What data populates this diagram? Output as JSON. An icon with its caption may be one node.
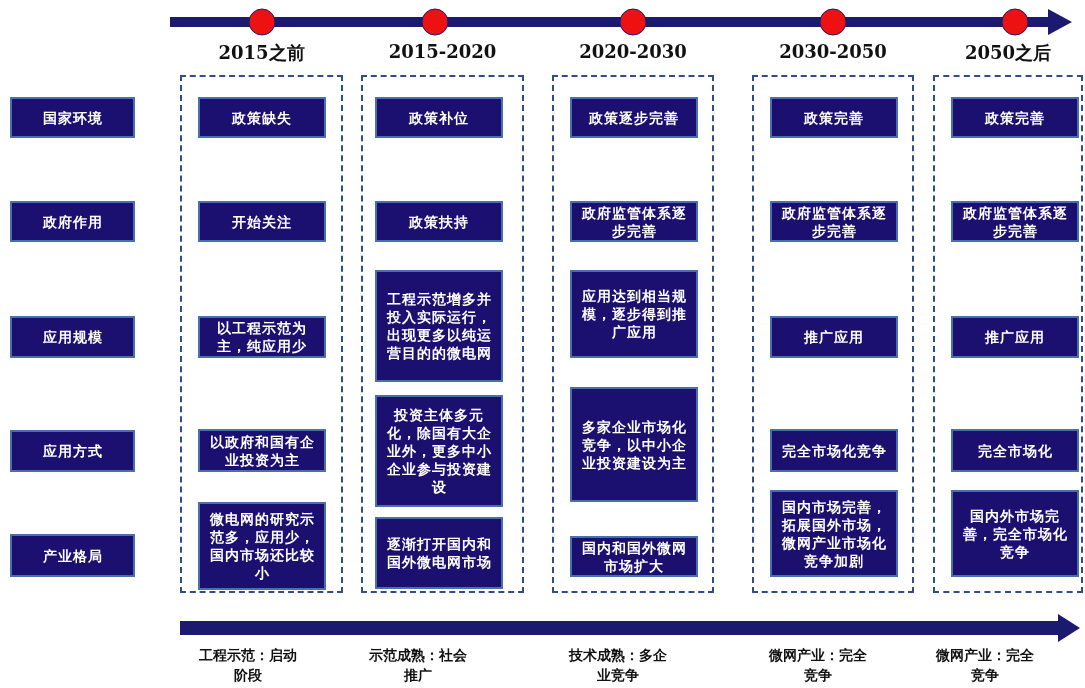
{
  "diagram": {
    "nodes": [
      {
        "text": [
          "国家环境"
        ]
      },
      {
        "text": [
          "政府作用"
        ]
      },
      {
        "text": [
          "应用规模"
        ]
      },
      {
        "text": [
          "应用方式"
        ]
      },
      {
        "text": [
          "产业格局"
        ]
      },
      {
        "text": [
          "2015之前"
        ]
      },
      {
        "text": [
          "政策缺失"
        ],
        "in": 5
      },
      {
        "text": [
          "开始关注"
        ],
        "in": 5
      },
      {
        "text": [
          "以工程示范为主，纯应用少"
        ],
        "in": 5
      },
      {
        "text": [
          "以政府和国有企业投资为主"
        ],
        "in": 5
      },
      {
        "text": [
          "微电网的研究示范多，应用少，国内市场还比较小"
        ],
        "in": 5
      },
      {
        "text": [
          "2015-2020"
        ]
      },
      {
        "text": [
          "政策补位"
        ],
        "in": 11
      },
      {
        "text": [
          "政策扶持"
        ],
        "in": 11
      },
      {
        "text": [
          "工程示范增多并投入实际运行，出现更多以纯运营目的的微电网"
        ],
        "in": 11
      },
      {
        "text": [
          "投资主体多元化，除国有大企业外，更多中小企业参与投资建设"
        ],
        "in": 11
      },
      {
        "text": [
          "逐渐打开国内和国外微电网市场"
        ],
        "in": 11
      },
      {
        "text": [
          "2020-2030"
        ]
      },
      {
        "text": [
          "政策逐步完善"
        ],
        "in": 17
      },
      {
        "text": [
          "政府监管体系逐步完善"
        ],
        "in": 17
      },
      {
        "text": [
          "应用达到相当规模，逐步得到推广应用"
        ],
        "in": 17
      },
      {
        "text": [
          "多家企业市场化竞争，以中小企业投资建设为主"
        ],
        "in": 17
      },
      {
        "text": [
          "国内和国外微网市场扩大"
        ],
        "in": 17
      },
      {
        "text": [
          "2030-2050"
        ]
      },
      {
        "text": [
          "政策完善"
        ],
        "in": 23
      },
      {
        "text": [
          "政府监管体系逐步完善"
        ],
        "in": 23
      },
      {
        "text": [
          "推广应用"
        ],
        "in": 23
      },
      {
        "text": [
          "完全市场化竞争"
        ],
        "in": 23
      },
      {
        "text": [
          "国内市场完善，拓展国外市场，微网产业市场化竞争加剧"
        ],
        "in": 23
      },
      {
        "text": [
          "2050之后"
        ]
      },
      {
        "text": [
          "政策完善"
        ],
        "in": 29
      },
      {
        "text": [
          "政府监管体系逐步完善"
        ],
        "in": 29
      },
      {
        "text": [
          "推广应用"
        ],
        "in": 29
      },
      {
        "text": [
          "完全市场化"
        ],
        "in": 29
      },
      {
        "text": [
          "国内外市场完善，完全市场化竞争"
        ],
        "in": 29
      }
    ],
    "labels": [
      "工程示范：启动阶段",
      "示范成熟：社会推广",
      "技术成熟：多企业竞争",
      "微网产业：完全竞争",
      "微网产业：完全竞争"
    ]
  }
}
